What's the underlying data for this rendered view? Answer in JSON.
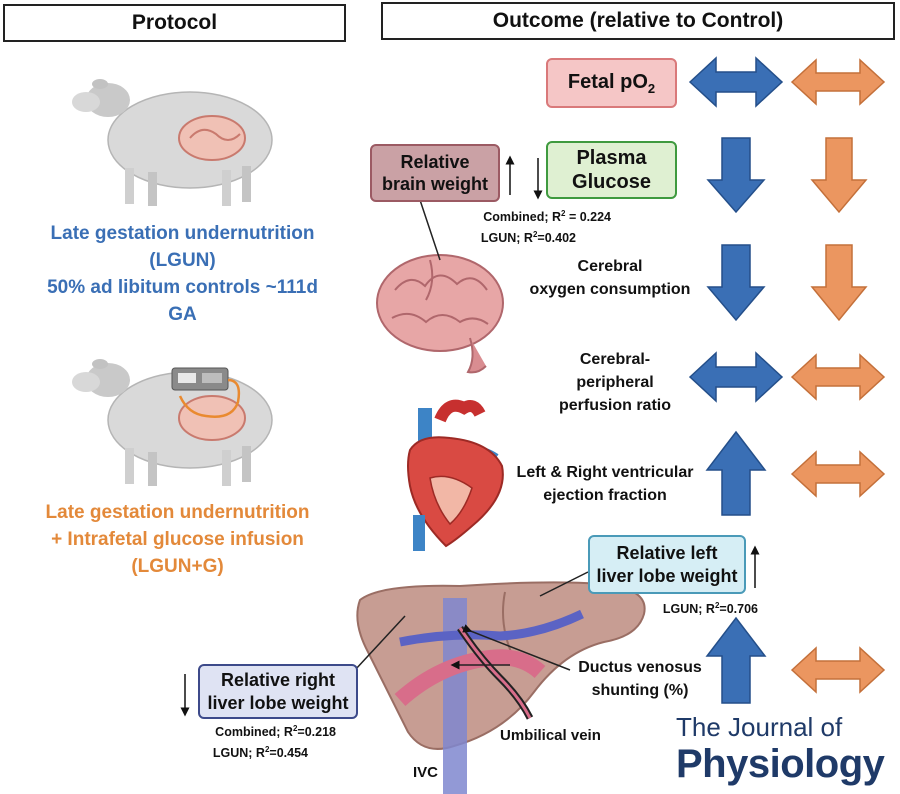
{
  "headers": {
    "protocol": "Protocol",
    "outcome": "Outcome (relative to Control)"
  },
  "groups": {
    "lgun": {
      "line1": "Late gestation undernutrition",
      "line2": "(LGUN)",
      "line3": "50% ad libitum controls ~111d",
      "line4": "GA",
      "color": "#3a6fb5"
    },
    "lgung": {
      "line1": "Late gestation undernutrition",
      "line2": "+ Intrafetal glucose infusion",
      "line3": "(LGUN+G)",
      "color": "#e3893a"
    }
  },
  "boxes": {
    "fetal_po2": {
      "main": "Fetal pO",
      "sub": "2"
    },
    "brain": {
      "line1": "Relative",
      "line2": "brain weight"
    },
    "glucose": {
      "line1": "Plasma",
      "line2": "Glucose"
    },
    "left_liver": {
      "line1": "Relative left",
      "line2": "liver lobe weight"
    },
    "right_liver": {
      "line1": "Relative right",
      "line2": "liver lobe weight"
    }
  },
  "stats": {
    "brain_combined": {
      "pre": "Combined; R",
      "post": " = 0.224"
    },
    "brain_lgun": {
      "pre": "LGUN; R",
      "post": "=0.402"
    },
    "left_lgun": {
      "pre": "LGUN; R",
      "post": "=0.706"
    },
    "right_combined": {
      "pre": "Combined; R",
      "post": "=0.218"
    },
    "right_lgun": {
      "pre": "LGUN; R",
      "post": "=0.454"
    },
    "sq": "2"
  },
  "outcomes": {
    "cerebral_o2": {
      "line1": "Cerebral",
      "line2": "oxygen consumption"
    },
    "perfusion": {
      "line1": "Cerebral-",
      "line2": "peripheral",
      "line3": "perfusion ratio"
    },
    "ejection": {
      "line1": "Left & Right ventricular",
      "line2": "ejection fraction"
    },
    "ductus": {
      "line1": "Ductus venosus",
      "line2": "shunting (%)"
    }
  },
  "anatomy": {
    "umbilical": "Umbilical vein",
    "ivc": "IVC"
  },
  "journal": {
    "line1": "The Journal of",
    "line2": "Physiology",
    "color": "#1f3a68"
  },
  "colors": {
    "blue_arrow": "#3a6fb5",
    "orange_arrow": "#eb9660",
    "fetal_fill": "#f5c6c6",
    "fetal_border": "#d9797a",
    "brain_fill": "#caa1a5",
    "brain_border": "#9b5a63",
    "glucose_fill": "#dff0d2",
    "glucose_border": "#3f9a3f",
    "left_fill": "#d6eef5",
    "left_border": "#4a9ab8",
    "right_fill": "#dfe3f3",
    "right_border": "#3d4a8a"
  }
}
